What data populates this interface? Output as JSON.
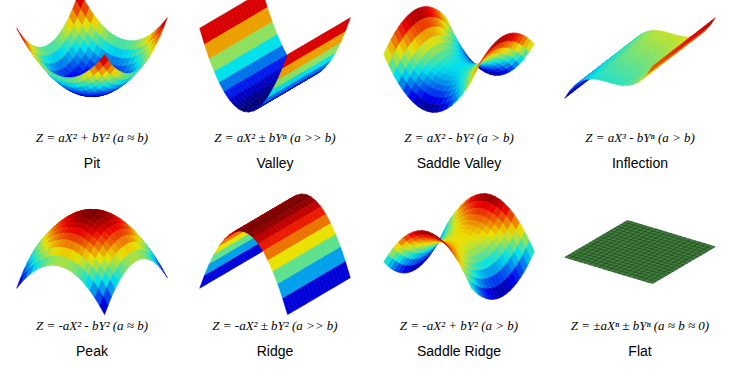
{
  "diagram": {
    "labels": [
      "Z = aX² + bY² (a ≈ b)",
      "Z = aX² ± bYⁿ (a >> b)",
      "Z = aX² - bY² (a > b)",
      "Z = aX³ - bYⁿ (a > b)",
      "Pit",
      "Valley",
      "Saddle Valley",
      "Inflection",
      "Z = -aX² - bY² (a ≈ b)",
      "Z = -aX² ± bY² (a >> b)",
      "Z = -aX² + bY² (a > b)",
      "Z = ±aXⁿ ± bYⁿ (a ≈ b ≈ 0)",
      "Peak",
      "Ridge",
      "Saddle Ridge",
      "Flat"
    ]
  }
}
